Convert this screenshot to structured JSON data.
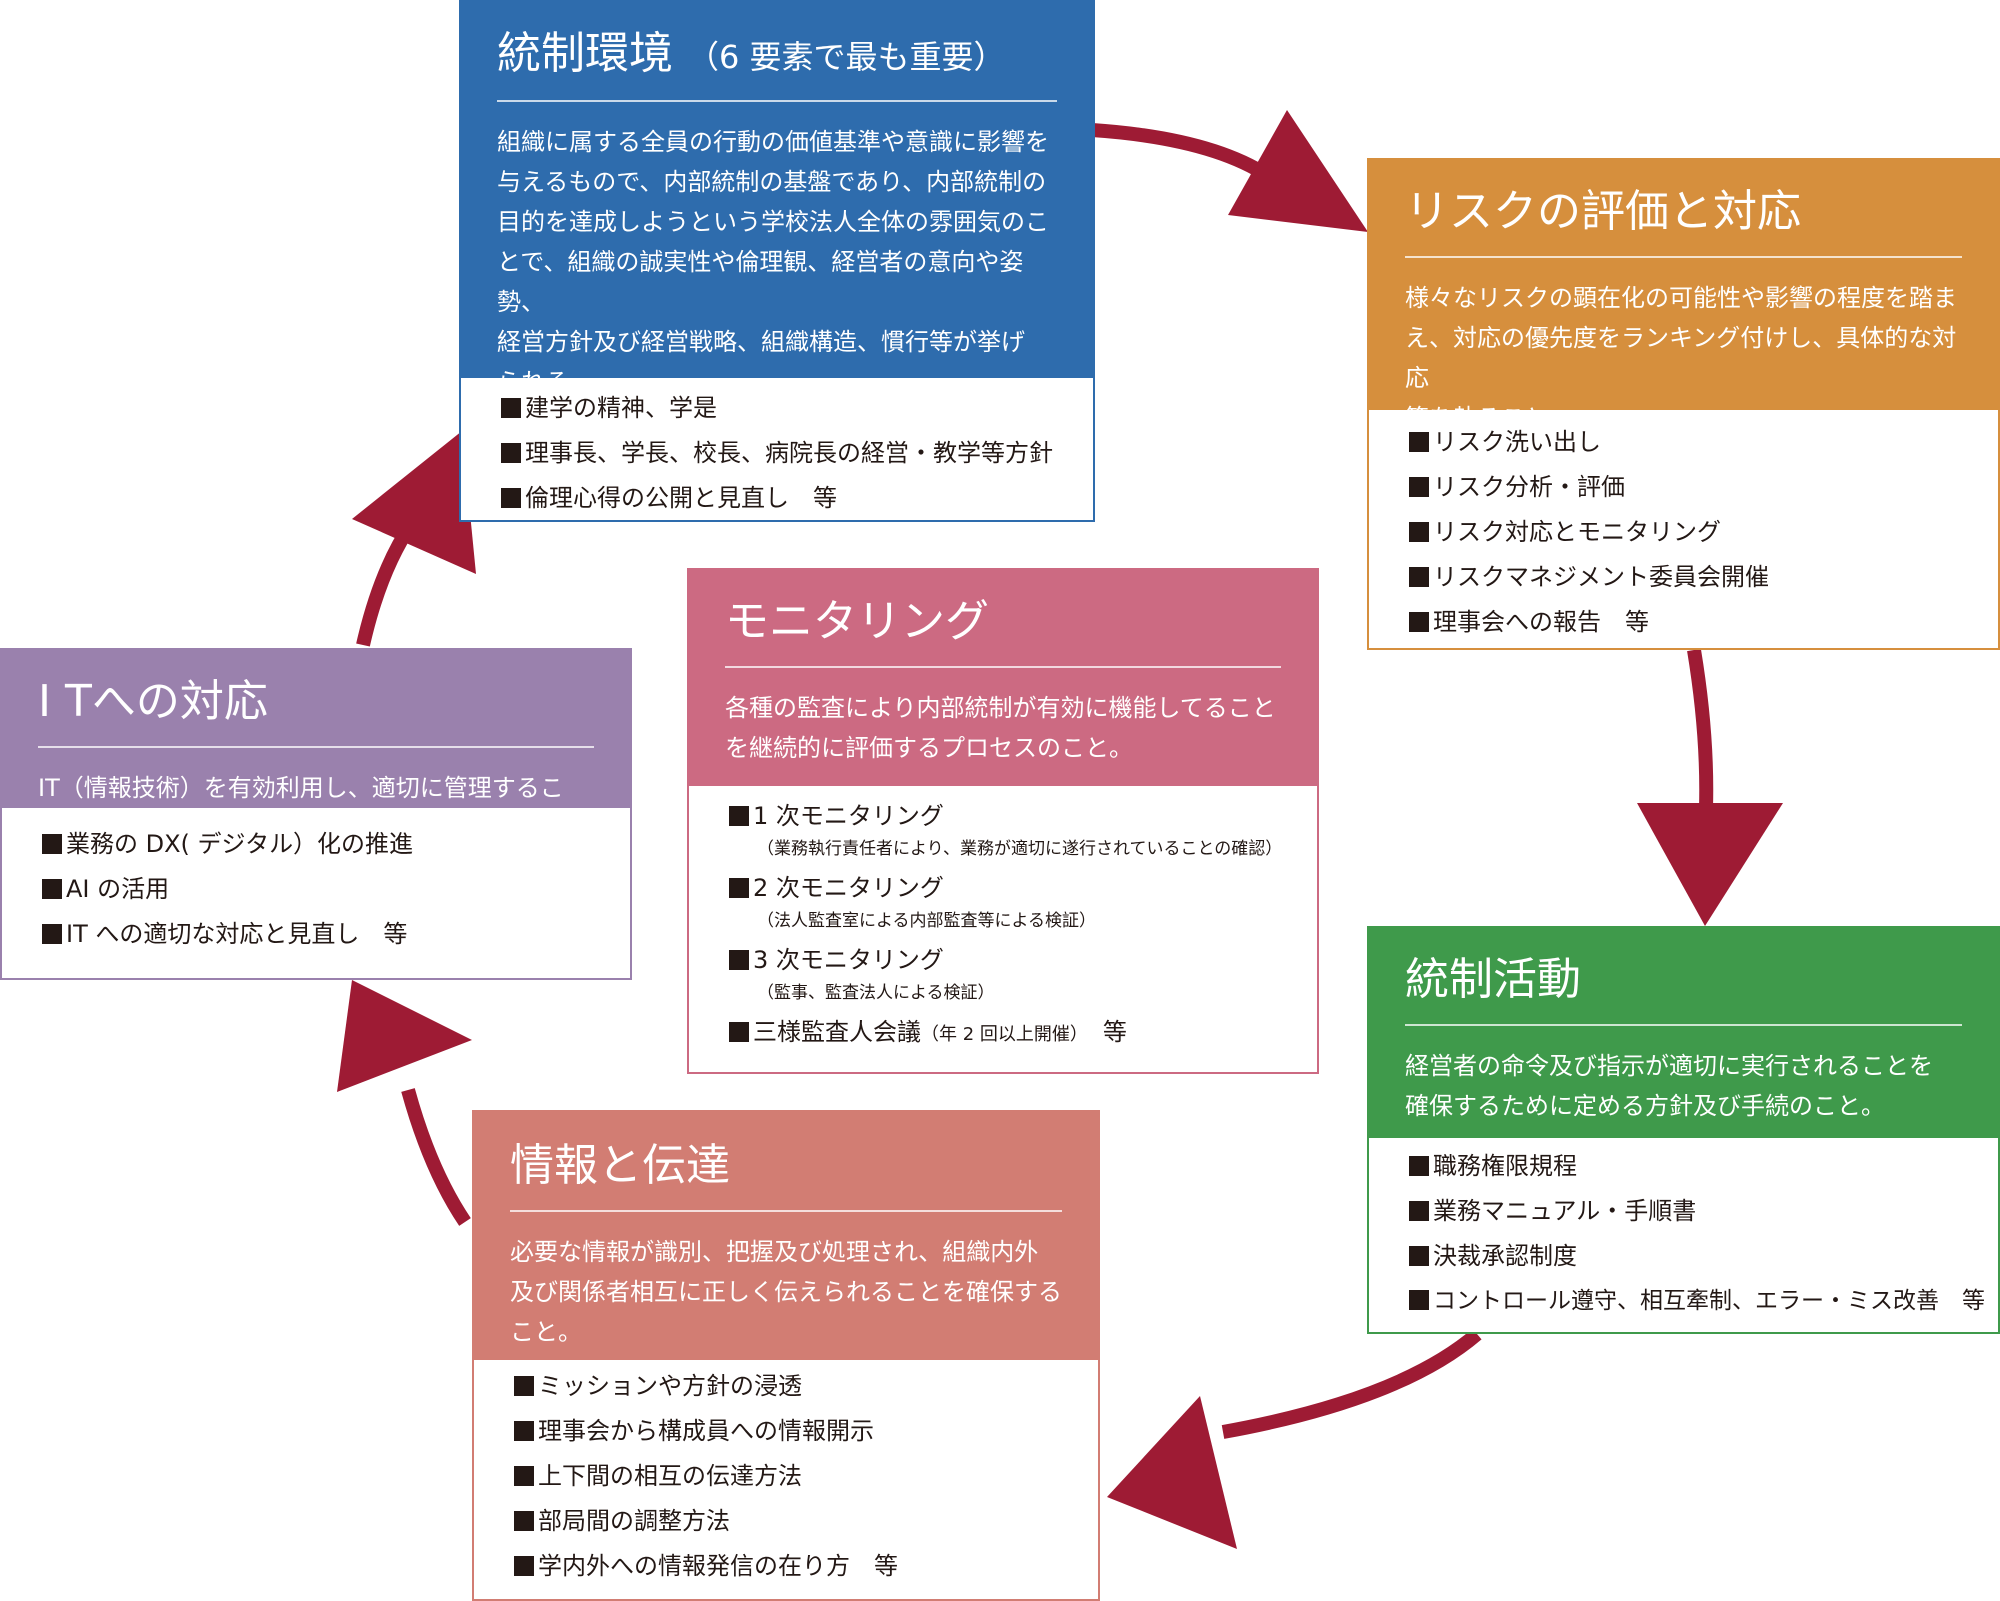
{
  "colors": {
    "arrow": "#9e1b34",
    "control_env": "#2e6cad",
    "risk": "#d68f3d",
    "control_act": "#3f9a4b",
    "info": "#d27d73",
    "it": "#9a81ad",
    "monitor": "#cc6a82",
    "text_dark": "#231815"
  },
  "control_env": {
    "title": "統制環境",
    "subtitle": "（6 要素で最も重要）",
    "desc": "組織に属する全員の行動の価値基準や意識に影響を\n与えるもので、内部統制の基盤であり、内部統制の\n目的を達成しようという学校法人全体の雰囲気のこ\nとで、組織の誠実性や倫理観、経営者の意向や姿勢、\n経営方針及び経営戦略、組織構造、慣行等が挙げ\nられる。",
    "items": [
      "建学の精神、学是",
      "理事長、学長、校長、病院長の経営・教学等方針",
      "倫理心得の公開と見直し　等"
    ]
  },
  "risk": {
    "title": "リスクの評価と対応",
    "desc": "様々なリスクの顕在化の可能性や影響の程度を踏ま\nえ、対応の優先度をランキング付けし、具体的な対応\n策を執ること。",
    "items": [
      "リスク洗い出し",
      "リスク分析・評価",
      "リスク対応とモニタリング",
      "リスクマネジメント委員会開催",
      "理事会への報告　等"
    ]
  },
  "control_act": {
    "title": "統制活動",
    "desc": "経営者の命令及び指示が適切に実行されることを\n確保するために定める方針及び手続のこと。",
    "items": [
      "職務権限規程",
      "業務マニュアル・手順書",
      "決裁承認制度",
      "コントロール遵守、相互牽制、エラー・ミス改善　等"
    ]
  },
  "info": {
    "title": "情報と伝達",
    "desc": "必要な情報が識別、把握及び処理され、組織内外\n及び関係者相互に正しく伝えられることを確保する\nこと。",
    "items": [
      "ミッションや方針の浸透",
      "理事会から構成員への情報開示",
      "上下間の相互の伝達方法",
      "部局間の調整方法",
      "学内外への情報発信の在り方　等"
    ]
  },
  "it": {
    "title": "I Tへの対応",
    "desc": "IT（情報技術）を有効利用し、適切に管理すること。",
    "items": [
      "業務の DX( デジタル）化の推進",
      "AI の活用",
      "IT への適切な対応と見直し　等"
    ]
  },
  "monitor": {
    "title": "モニタリング",
    "desc": "各種の監査により内部統制が有効に機能してること\nを継続的に評価するプロセスのこと。",
    "items": [
      {
        "main": "1 次モニタリング",
        "note": "（業務執行責任者により、業務が適切に遂行されていることの確認）"
      },
      {
        "main": "2 次モニタリング",
        "note": "（法人監査室による内部監査等による検証）"
      },
      {
        "main": "3 次モニタリング",
        "note": "（監事、監査法人による検証）"
      }
    ],
    "last_main": "三様監査人会議",
    "last_small": "（年 2 回以上開催）",
    "last_tail": "　等"
  }
}
